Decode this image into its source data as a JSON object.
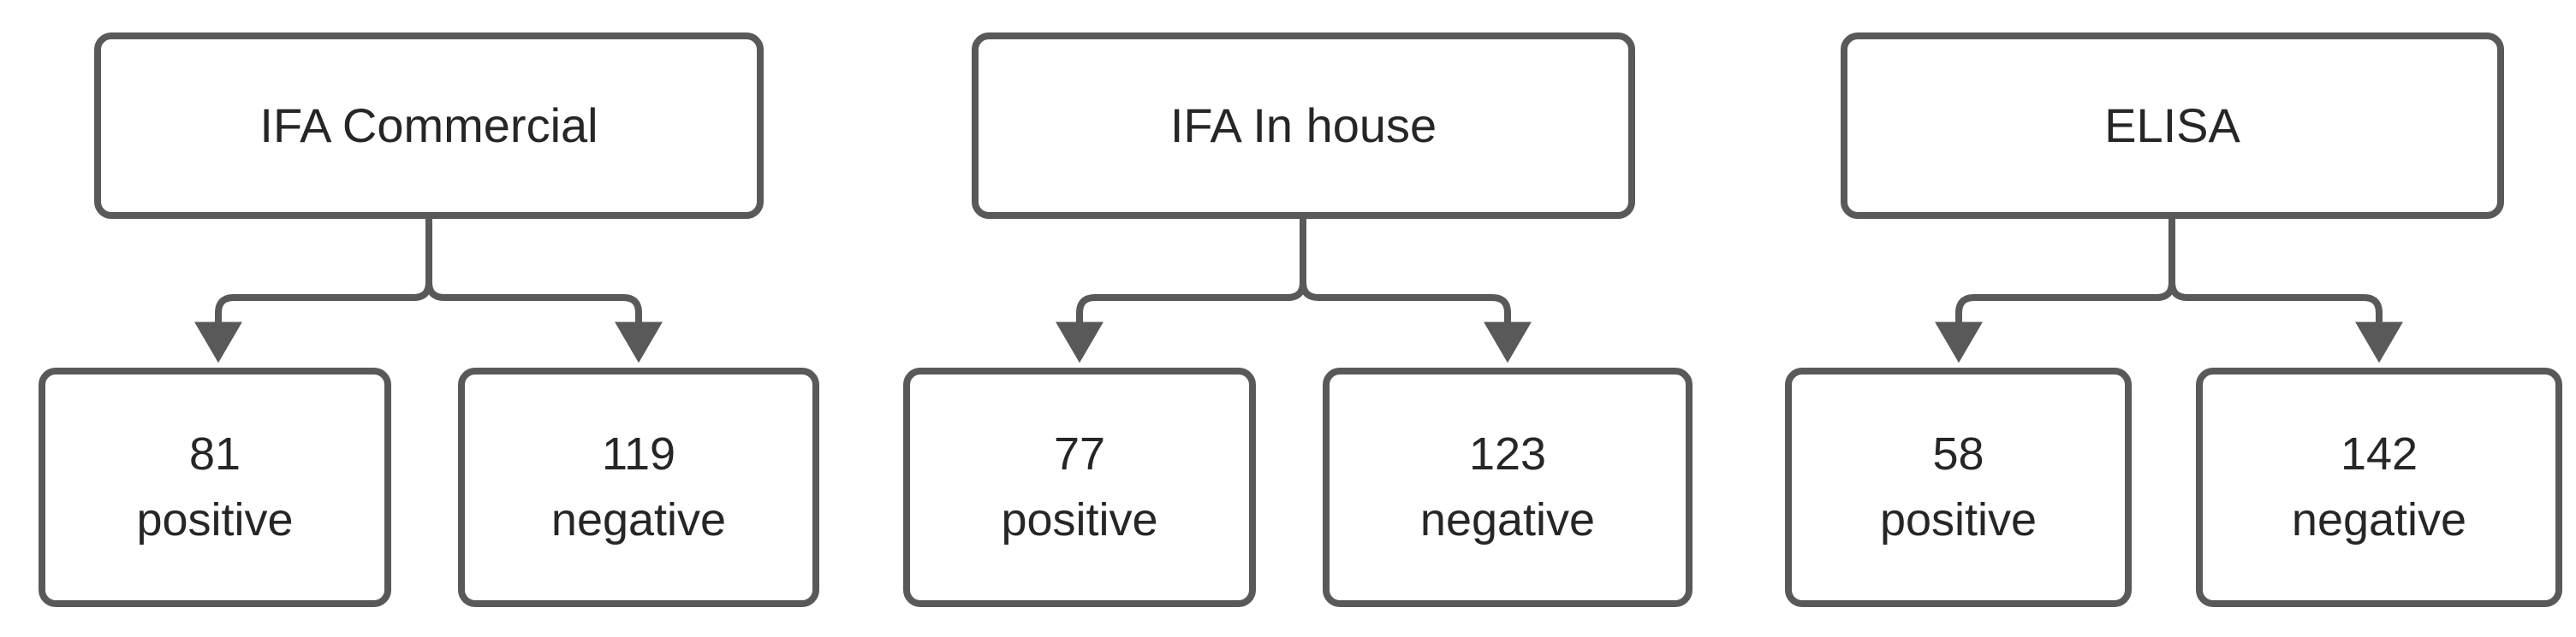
{
  "diagram": {
    "type": "flowchart",
    "orientation": "top-down",
    "style": {
      "border_color": "#595959",
      "box_fill": "#ffffff",
      "text_color": "#262626",
      "connector_color": "#595959",
      "background": "#ffffff"
    },
    "groups": [
      {
        "id": "ifa-commercial",
        "parent": {
          "label": "IFA Commercial"
        },
        "children": [
          {
            "id": "ifa-commercial-pos",
            "count": "81",
            "result": "positive"
          },
          {
            "id": "ifa-commercial-neg",
            "count": "119",
            "result": "negative"
          }
        ]
      },
      {
        "id": "ifa-inhouse",
        "parent": {
          "label": "IFA In house"
        },
        "children": [
          {
            "id": "ifa-inhouse-pos",
            "count": "77",
            "result": "positive"
          },
          {
            "id": "ifa-inhouse-neg",
            "count": "123",
            "result": "negative"
          }
        ]
      },
      {
        "id": "elisa",
        "parent": {
          "label": "ELISA"
        },
        "children": [
          {
            "id": "elisa-pos",
            "count": "58",
            "result": "positive"
          },
          {
            "id": "elisa-neg",
            "count": "142",
            "result": "negative"
          }
        ]
      }
    ]
  },
  "chart_data": {
    "type": "table",
    "title": "",
    "categories": [
      "IFA Commercial",
      "IFA In house",
      "ELISA"
    ],
    "series": [
      {
        "name": "positive",
        "values": [
          81,
          77,
          58
        ]
      },
      {
        "name": "negative",
        "values": [
          119,
          123,
          142
        ]
      }
    ]
  }
}
